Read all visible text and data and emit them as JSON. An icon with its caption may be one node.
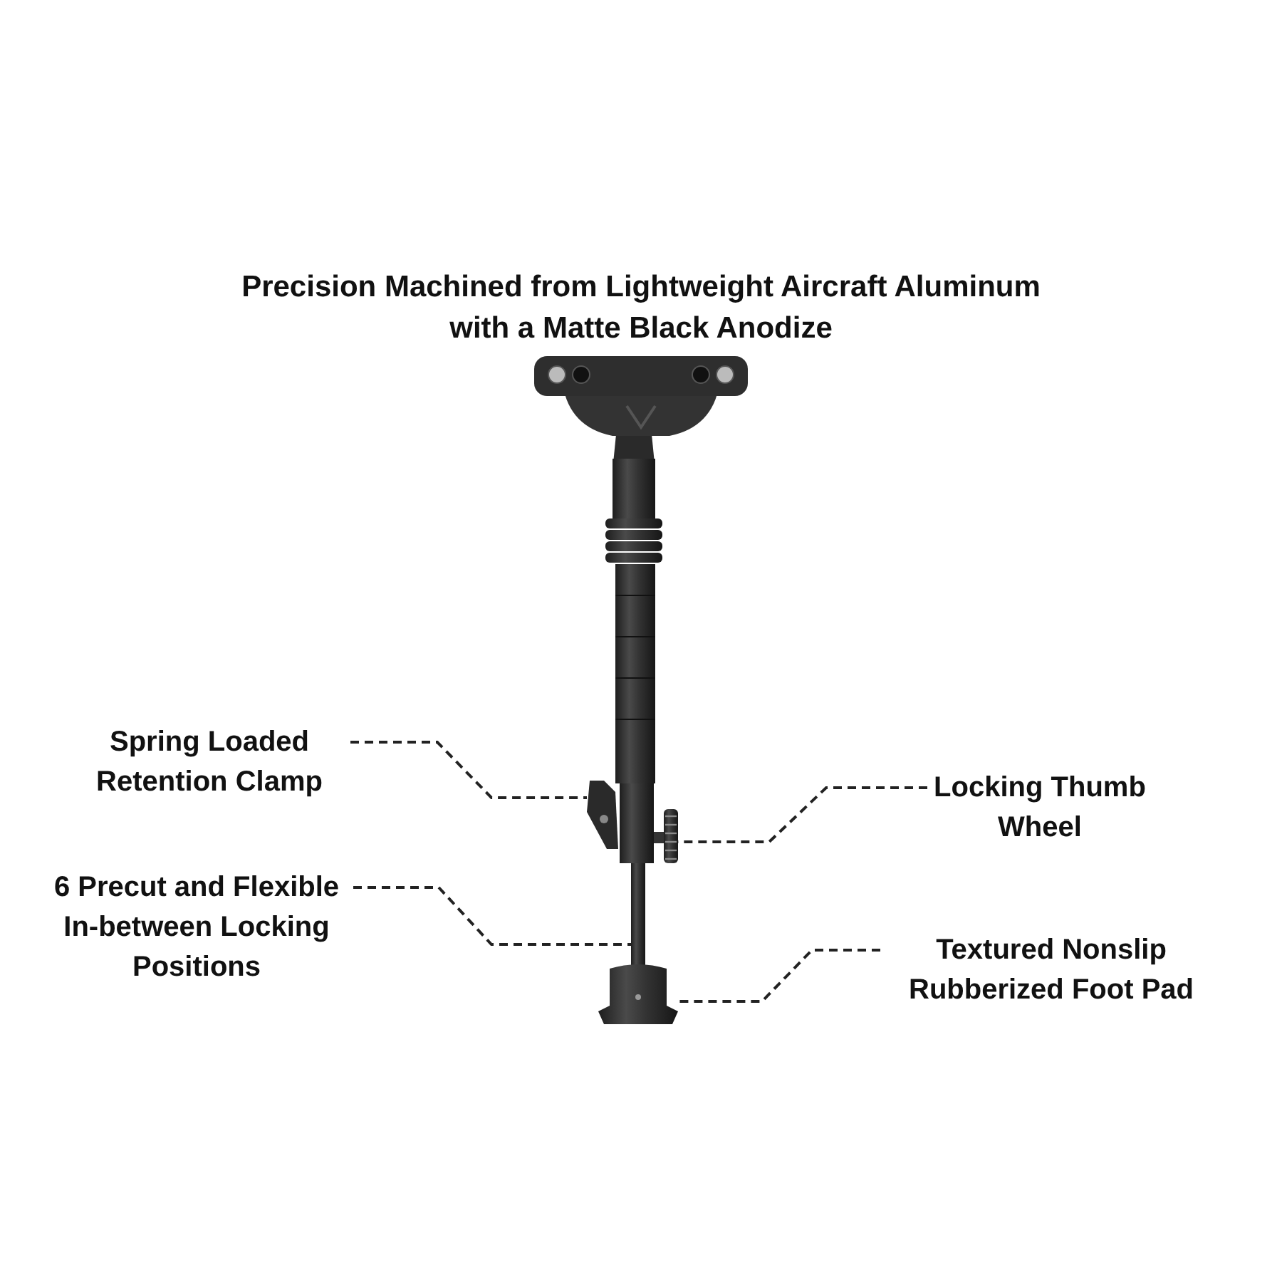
{
  "diagram": {
    "nodes": [
      {
        "text": [
          "Spring Loaded Retention Clamp"
        ]
      },
      {
        "text": [],
        "shape": "picture"
      },
      {
        "text": [
          "Locking Thumb Wheel"
        ]
      },
      {
        "text": [],
        "shape": "picture"
      },
      {
        "text": [
          "6 Precut and Flexible In-between Locking Positions"
        ]
      },
      {
        "text": [],
        "shape": "picture"
      },
      {
        "text": [
          "Textured Nonslip Rubberized Foot Pad"
        ]
      },
      {
        "text": [],
        "shape": "picture"
      }
    ],
    "edges": [
      {
        "from": 0,
        "to": 1,
        "arrow": "none",
        "style": "dashed"
      },
      {
        "from": 2,
        "to": 3,
        "arrow": "none",
        "style": "dashed"
      },
      {
        "from": 4,
        "to": 5,
        "arrow": "none",
        "style": "dashed"
      },
      {
        "from": 6,
        "to": 7,
        "arrow": "none",
        "style": "dashed"
      }
    ],
    "labels": [
      "Precision Machined from Lightweight Aircraft Aluminum with a Matte Black Anodize"
    ]
  }
}
